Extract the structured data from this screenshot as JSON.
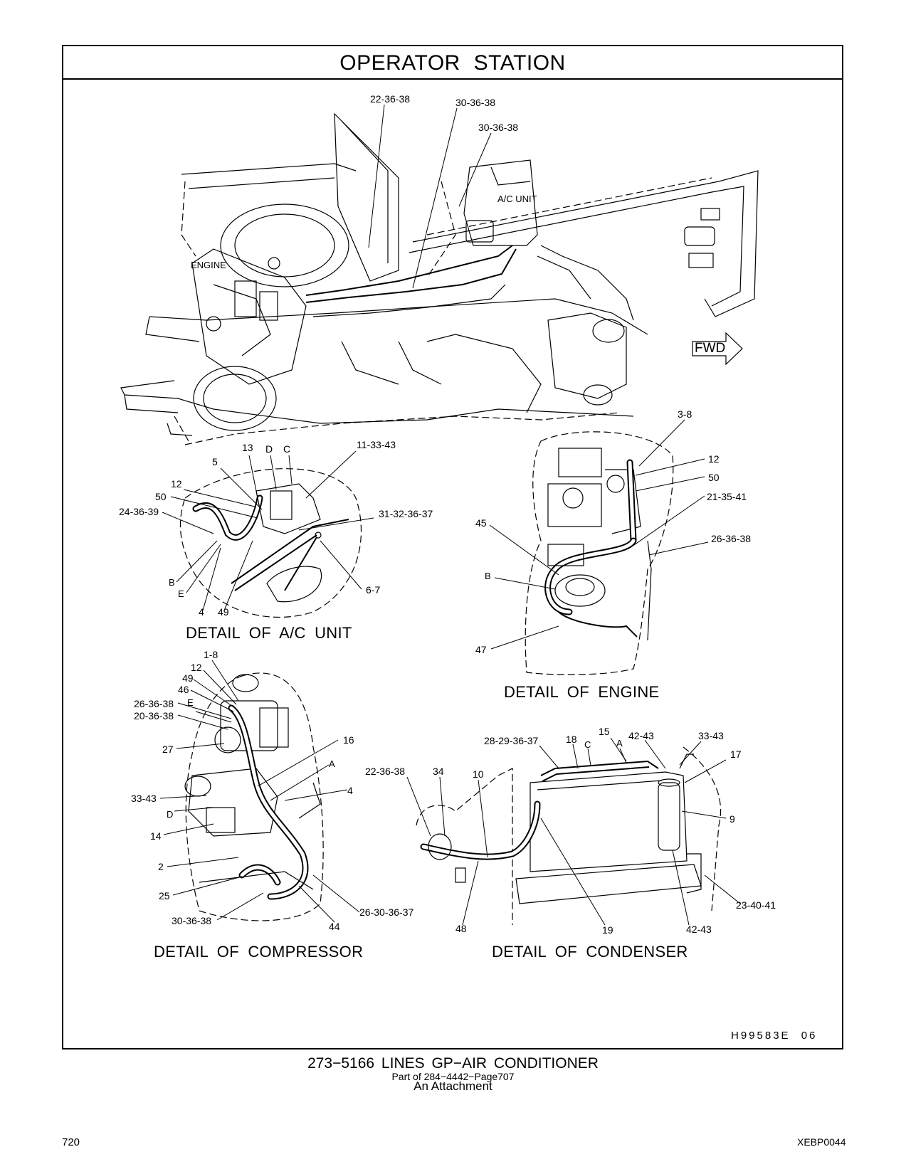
{
  "header": {
    "title": "OPERATOR   STATION"
  },
  "main_view": {
    "labels": [
      {
        "text": "22-36-38"
      },
      {
        "text": "30-36-38"
      },
      {
        "text": "30-36-38"
      },
      {
        "text": "A/C  UNIT"
      },
      {
        "text": "ENGINE"
      },
      {
        "text": "FWD"
      }
    ]
  },
  "detail_ac_unit": {
    "caption": "DETAIL  OF  A/C  UNIT",
    "labels": [
      "13",
      "D",
      "C",
      "11-33-43",
      "5",
      "12",
      "50",
      "24-36-39",
      "31-32-36-37",
      "B",
      "E",
      "4",
      "49",
      "6-7"
    ]
  },
  "detail_engine": {
    "caption": "DETAIL  OF  ENGINE",
    "labels": [
      "3-8",
      "12",
      "50",
      "21-35-41",
      "45",
      "26-36-38",
      "B",
      "47"
    ]
  },
  "detail_compressor": {
    "caption": "DETAIL  OF  COMPRESSOR",
    "labels": [
      "1-8",
      "12",
      "49",
      "46",
      "26-36-38",
      "E",
      "20-36-38",
      "16",
      "27",
      "A",
      "4",
      "33-43",
      "D",
      "14",
      "2",
      "25",
      "30-36-38",
      "44",
      "26-30-36-37"
    ]
  },
  "detail_condenser": {
    "caption": "DETAIL  OF  CONDENSER",
    "labels": [
      "15",
      "42-43",
      "33-43",
      "28-29-36-37",
      "18",
      "C",
      "A",
      "17",
      "22-36-38",
      "34",
      "10",
      "9",
      "48",
      "19",
      "42-43",
      "23-40-41"
    ]
  },
  "drawing_id": "H99583E   06",
  "footer": {
    "part_title": "273−5166  LINES  GP−AIR  CONDITIONER",
    "part_of": "Part of 284−4442−Page707",
    "attachment": "An Attachment",
    "page_number": "720",
    "doc_id": "XEBP0044"
  }
}
